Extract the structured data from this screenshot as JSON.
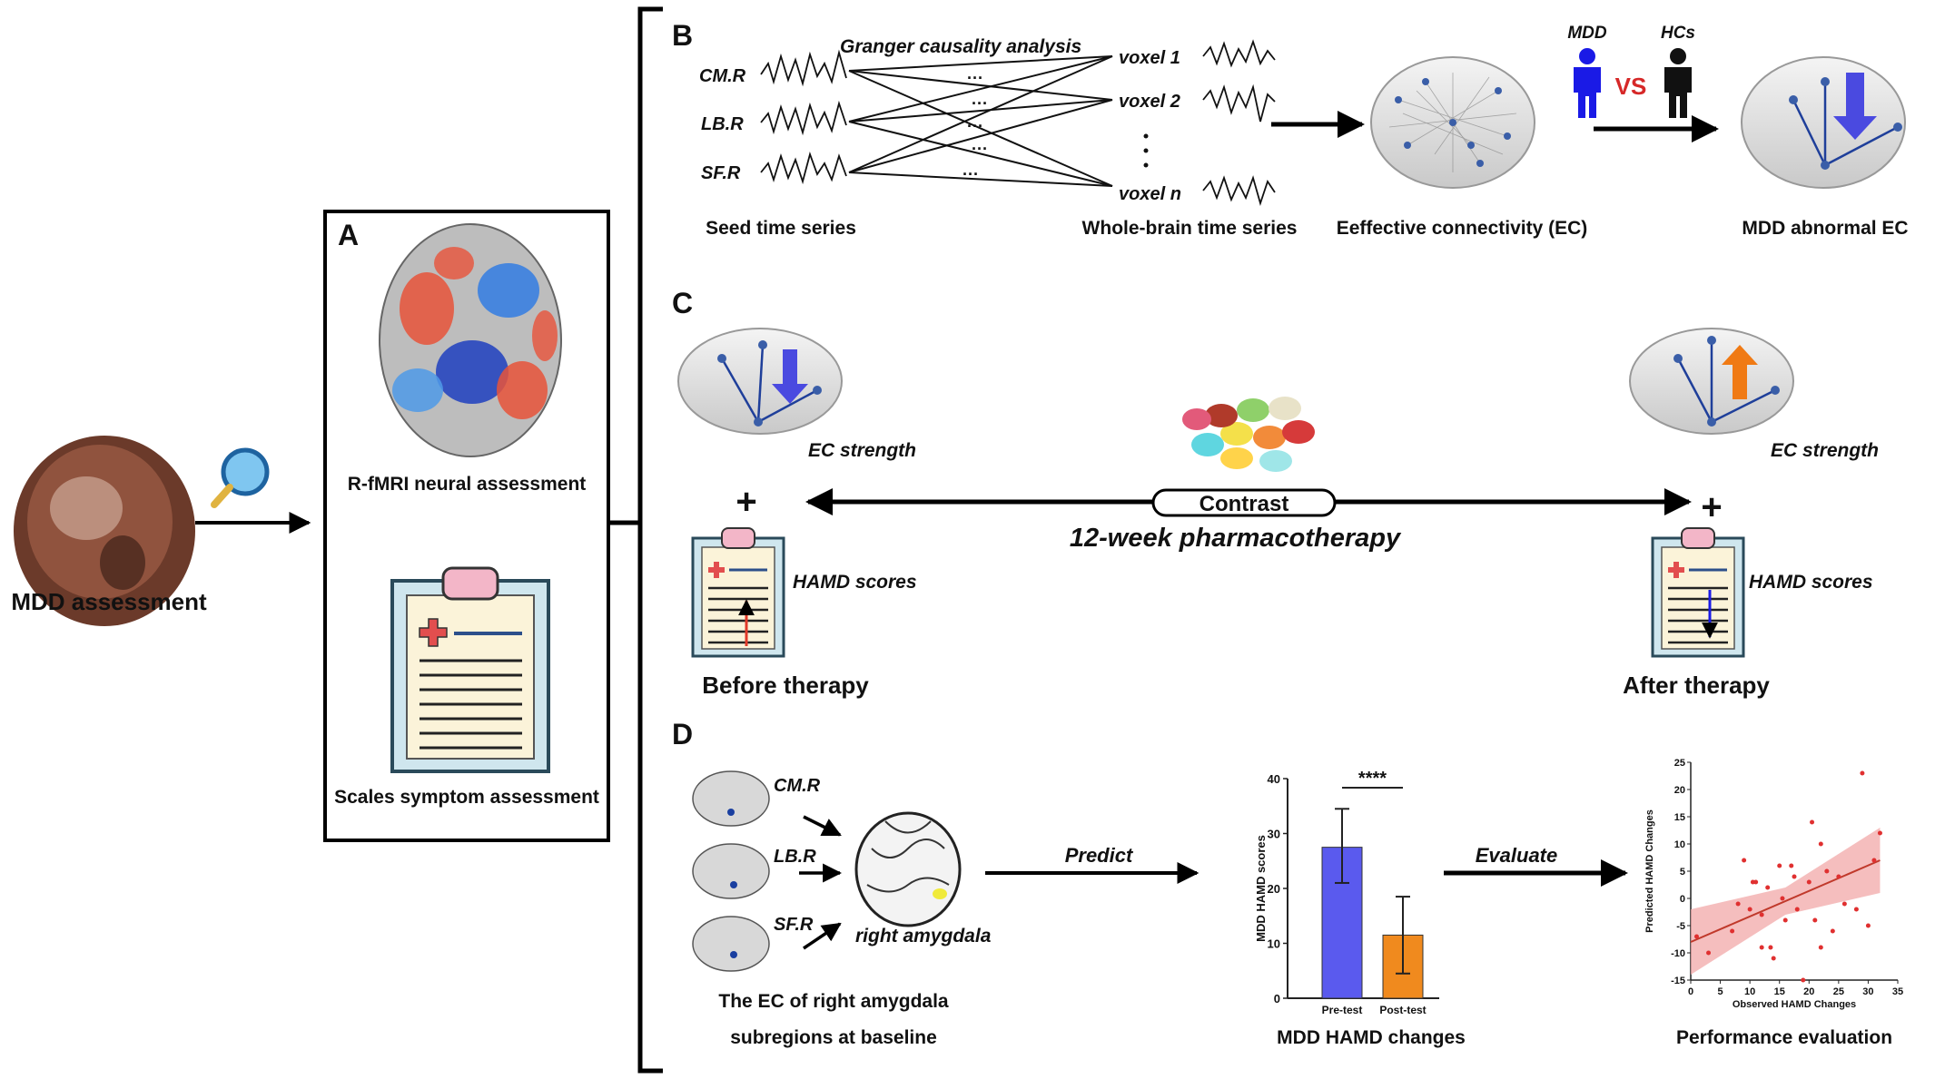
{
  "left": {
    "mdd_assessment": "MDD assessment"
  },
  "panel_a": {
    "letter": "A",
    "neural_label": "R-fMRI neural assessment",
    "scales_label": "Scales symptom assessment"
  },
  "panel_b": {
    "letter": "B",
    "seeds": [
      "CM.R",
      "LB.R",
      "SF.R"
    ],
    "gca_title": "Granger causality analysis",
    "voxels": [
      "voxel 1",
      "voxel 2",
      "voxel n"
    ],
    "seed_caption": "Seed time series",
    "wholebrain_caption": "Whole-brain time series",
    "ec_caption": "Eeffective connectivity (EC)",
    "mdd_label": "MDD",
    "vs_label": "VS",
    "hcs_label": "HCs",
    "abnormal_caption": "MDD abnormal EC"
  },
  "panel_c": {
    "letter": "C",
    "ec_strength_left": "EC strength",
    "ec_strength_right": "EC strength",
    "contrast": "Contrast",
    "pharmacotherapy": "12-week pharmacotherapy",
    "hamd_left": "HAMD scores",
    "hamd_right": "HAMD scores",
    "before": "Before therapy",
    "after": "After therapy",
    "plus_left": "+",
    "plus_right": "+"
  },
  "panel_d": {
    "letter": "D",
    "subregions": [
      "CM.R",
      "LB.R",
      "SF.R"
    ],
    "amygdala": "right amygdala",
    "caption_line1": "The EC of right amygdala",
    "caption_line2": "subregions at baseline",
    "predict": "Predict",
    "evaluate": "Evaluate",
    "hamd_changes": "MDD HAMD changes",
    "performance": "Performance evaluation"
  },
  "chart_data": [
    {
      "type": "bar",
      "ylabel": "MDD HAMD scores",
      "categories": [
        "Pre-test",
        "Post-test"
      ],
      "values": [
        27.5,
        11.5
      ],
      "error": [
        [
          21,
          34.5
        ],
        [
          4.5,
          18.5
        ]
      ],
      "colors": [
        "#5a5aee",
        "#f08a1e"
      ],
      "ylim": [
        0,
        40
      ],
      "yticks": [
        "0",
        "10",
        "20",
        "30",
        "40"
      ],
      "significance": "****"
    },
    {
      "type": "scatter",
      "xlabel": "Observed HAMD Changes",
      "ylabel": "Predicted HAMD Changes",
      "xlim": [
        0,
        35
      ],
      "ylim": [
        -15,
        25
      ],
      "xticks": [
        "0",
        "5",
        "10",
        "15",
        "20",
        "25",
        "30",
        "35"
      ],
      "yticks": [
        "-15",
        "-10",
        "-5",
        "0",
        "5",
        "10",
        "15",
        "20",
        "25"
      ],
      "points": [
        [
          1,
          -7
        ],
        [
          3,
          -10
        ],
        [
          7,
          -6
        ],
        [
          8,
          -1
        ],
        [
          9,
          7
        ],
        [
          10,
          -2
        ],
        [
          10.5,
          3
        ],
        [
          11,
          3
        ],
        [
          12,
          -3
        ],
        [
          12,
          -9
        ],
        [
          13,
          2
        ],
        [
          13.5,
          -9
        ],
        [
          14,
          -11
        ],
        [
          15,
          6
        ],
        [
          15.5,
          0
        ],
        [
          16,
          -4
        ],
        [
          17,
          6
        ],
        [
          17.5,
          4
        ],
        [
          18,
          -2
        ],
        [
          19,
          -15
        ],
        [
          20,
          3
        ],
        [
          20.5,
          14
        ],
        [
          21,
          -4
        ],
        [
          22,
          -9
        ],
        [
          22,
          10
        ],
        [
          23,
          5
        ],
        [
          24,
          -6
        ],
        [
          25,
          4
        ],
        [
          26,
          -1
        ],
        [
          28,
          -2
        ],
        [
          29,
          23
        ],
        [
          30,
          -5
        ],
        [
          31,
          7
        ],
        [
          32,
          12
        ]
      ],
      "fit": [
        [
          0,
          -8
        ],
        [
          32,
          7
        ]
      ],
      "point_color": "#e03030",
      "band_color": "#f2a8a8"
    }
  ]
}
